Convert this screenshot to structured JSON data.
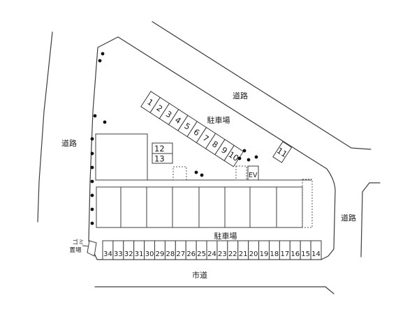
{
  "labels": {
    "road_top": "道路",
    "road_left": "道路",
    "road_right": "道路",
    "road_bottom": "市道",
    "parking_upper": "駐車場",
    "parking_lower": "駐車場",
    "trash_line1": "ゴミ",
    "trash_line2": "置場",
    "elevator": "EV"
  },
  "parking": {
    "diagonal_spaces": [
      "1",
      "2",
      "3",
      "4",
      "5",
      "6",
      "7",
      "8",
      "9",
      "10"
    ],
    "single_space": "11",
    "stacked_spaces": [
      "12",
      "13"
    ],
    "bottom_row_spaces": [
      "34",
      "33",
      "32",
      "31",
      "30",
      "29",
      "28",
      "27",
      "26",
      "25",
      "24",
      "23",
      "22",
      "21",
      "20",
      "19",
      "18",
      "17",
      "16",
      "15",
      "14"
    ]
  },
  "colors": {
    "background": "#ffffff",
    "line": "#3c3c3c",
    "text": "#1a1a1a",
    "marker": "#111111"
  }
}
